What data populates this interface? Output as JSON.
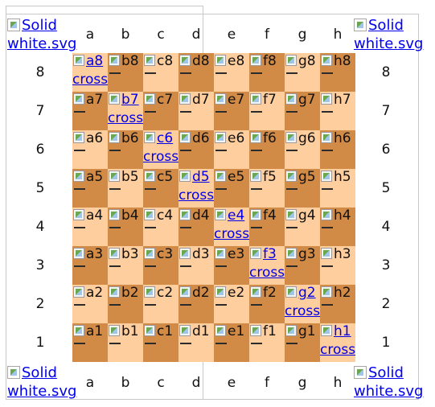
{
  "corner_images": {
    "alt_line1": "Solid",
    "alt_line2": "white.svg"
  },
  "files": [
    "a",
    "b",
    "c",
    "d",
    "e",
    "f",
    "g",
    "h"
  ],
  "ranks": [
    "8",
    "7",
    "6",
    "5",
    "4",
    "3",
    "2",
    "1"
  ],
  "cross_text": "cross",
  "squares": [
    {
      "label": "a8",
      "cross": true
    },
    {
      "label": "b8",
      "cross": false
    },
    {
      "label": "c8",
      "cross": false
    },
    {
      "label": "d8",
      "cross": false
    },
    {
      "label": "e8",
      "cross": false
    },
    {
      "label": "f8",
      "cross": false
    },
    {
      "label": "g8",
      "cross": false
    },
    {
      "label": "h8",
      "cross": false
    },
    {
      "label": "a7",
      "cross": false
    },
    {
      "label": "b7",
      "cross": true
    },
    {
      "label": "c7",
      "cross": false
    },
    {
      "label": "d7",
      "cross": false
    },
    {
      "label": "e7",
      "cross": false
    },
    {
      "label": "f7",
      "cross": false
    },
    {
      "label": "g7",
      "cross": false
    },
    {
      "label": "h7",
      "cross": false
    },
    {
      "label": "a6",
      "cross": false
    },
    {
      "label": "b6",
      "cross": false
    },
    {
      "label": "c6",
      "cross": true
    },
    {
      "label": "d6",
      "cross": false
    },
    {
      "label": "e6",
      "cross": false
    },
    {
      "label": "f6",
      "cross": false
    },
    {
      "label": "g6",
      "cross": false
    },
    {
      "label": "h6",
      "cross": false
    },
    {
      "label": "a5",
      "cross": false
    },
    {
      "label": "b5",
      "cross": false
    },
    {
      "label": "c5",
      "cross": false
    },
    {
      "label": "d5",
      "cross": true
    },
    {
      "label": "e5",
      "cross": false
    },
    {
      "label": "f5",
      "cross": false
    },
    {
      "label": "g5",
      "cross": false
    },
    {
      "label": "h5",
      "cross": false
    },
    {
      "label": "a4",
      "cross": false
    },
    {
      "label": "b4",
      "cross": false
    },
    {
      "label": "c4",
      "cross": false
    },
    {
      "label": "d4",
      "cross": false
    },
    {
      "label": "e4",
      "cross": true
    },
    {
      "label": "f4",
      "cross": false
    },
    {
      "label": "g4",
      "cross": false
    },
    {
      "label": "h4",
      "cross": false
    },
    {
      "label": "a3",
      "cross": false
    },
    {
      "label": "b3",
      "cross": false
    },
    {
      "label": "c3",
      "cross": false
    },
    {
      "label": "d3",
      "cross": false
    },
    {
      "label": "e3",
      "cross": false
    },
    {
      "label": "f3",
      "cross": true
    },
    {
      "label": "g3",
      "cross": false
    },
    {
      "label": "h3",
      "cross": false
    },
    {
      "label": "a2",
      "cross": false
    },
    {
      "label": "b2",
      "cross": false
    },
    {
      "label": "c2",
      "cross": false
    },
    {
      "label": "d2",
      "cross": false
    },
    {
      "label": "e2",
      "cross": false
    },
    {
      "label": "f2",
      "cross": false
    },
    {
      "label": "g2",
      "cross": true
    },
    {
      "label": "h2",
      "cross": false
    },
    {
      "label": "a1",
      "cross": false
    },
    {
      "label": "b1",
      "cross": false
    },
    {
      "label": "c1",
      "cross": false
    },
    {
      "label": "d1",
      "cross": false
    },
    {
      "label": "e1",
      "cross": false
    },
    {
      "label": "f1",
      "cross": false
    },
    {
      "label": "g1",
      "cross": false
    },
    {
      "label": "h1",
      "cross": true
    }
  ],
  "colors": {
    "light": "#ffce9e",
    "dark": "#d18b47",
    "link": "#0000ee"
  }
}
